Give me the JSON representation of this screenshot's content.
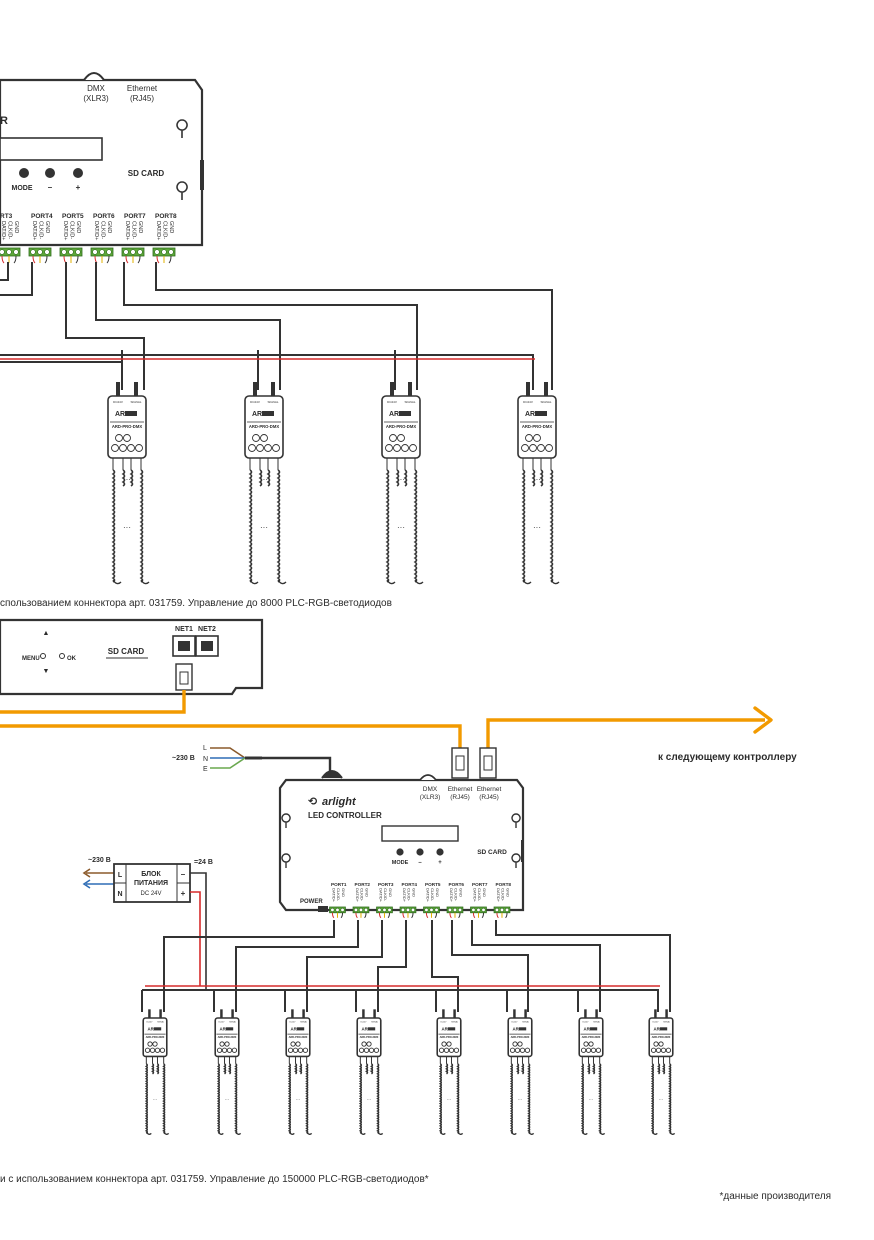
{
  "top_controller": {
    "dmx_label": "DMX",
    "dmx_sub": "(XLR3)",
    "eth_label": "Ethernet",
    "eth_sub": "(RJ45)",
    "model_fragment": "R",
    "sd_card": "SD CARD",
    "mode": "MODE",
    "minus": "–",
    "plus": "+",
    "ports": [
      {
        "name": "RT3",
        "pins": [
          "DAT/D+",
          "CLK/D-",
          "GND"
        ]
      },
      {
        "name": "PORT4",
        "pins": [
          "DAT/D+",
          "CLK/D-",
          "GND"
        ]
      },
      {
        "name": "PORT5",
        "pins": [
          "DAT/D+",
          "CLK/D-",
          "GND"
        ]
      },
      {
        "name": "PORT6",
        "pins": [
          "DAT/D+",
          "CLK/D-",
          "GND"
        ]
      },
      {
        "name": "PORT7",
        "pins": [
          "DAT/D+",
          "CLK/D-",
          "GND"
        ]
      },
      {
        "name": "PORT8",
        "pins": [
          "DAT/D+",
          "CLK/D-",
          "GND"
        ]
      }
    ]
  },
  "module": {
    "name": "ARD-PRO-DMX",
    "brand": "AR",
    "in_label": "DC24V",
    "sig_label": "SIGNAL"
  },
  "caption_top": "спользованием коннектора арт. 031759. Управление до 8000 PLC-RGB-светодиодов",
  "mid_controller": {
    "menu": "MENU",
    "ok": "OK",
    "sd_card": "SD CARD",
    "net1": "NET1",
    "net2": "NET2"
  },
  "next_controller": "к следующему контроллеру",
  "mains": {
    "voltage": "~230 В",
    "l": "L",
    "n": "N",
    "e": "E"
  },
  "psu": {
    "input": "~230 В",
    "l": "L",
    "n": "N",
    "title1": "БЛОК",
    "title2": "ПИТАНИЯ",
    "rating": "DC 24V",
    "output": "=24 В",
    "minus": "–",
    "plus": "+"
  },
  "bottom_controller": {
    "brand": "arlight",
    "title": "LED CONTROLLER",
    "dmx_label": "DMX",
    "dmx_sub": "(XLR3)",
    "eth_label": "Ethernet",
    "eth_sub": "(RJ45)",
    "sd_card": "SD CARD",
    "mode": "MODE",
    "minus": "–",
    "plus": "+",
    "power": "POWER",
    "ports": [
      {
        "name": "PORT1",
        "pins": [
          "DAT/D+",
          "CLK/D-",
          "GND"
        ]
      },
      {
        "name": "PORT2",
        "pins": [
          "DAT/D+",
          "CLK/D-",
          "GND"
        ]
      },
      {
        "name": "PORT3",
        "pins": [
          "DAT/D+",
          "CLK/D-",
          "GND"
        ]
      },
      {
        "name": "PORT4",
        "pins": [
          "DAT/D+",
          "CLK/D-",
          "GND"
        ]
      },
      {
        "name": "PORT5",
        "pins": [
          "DAT/D+",
          "CLK/D-",
          "GND"
        ]
      },
      {
        "name": "PORT6",
        "pins": [
          "DAT/D+",
          "CLK/D-",
          "GND"
        ]
      },
      {
        "name": "PORT7",
        "pins": [
          "DAT/D+",
          "CLK/D-",
          "GND"
        ]
      },
      {
        "name": "PORT8",
        "pins": [
          "DAT/D+",
          "CLK/D-",
          "GND"
        ]
      }
    ]
  },
  "caption_bottom": "и с использованием коннектора арт. 031759. Управление до 150000 PLC-RGB-светодиодов*",
  "footnote": "*данные производителя",
  "colors": {
    "wire": "#333333",
    "red": "#d62b2b",
    "arrow": "#f29a00",
    "brown": "#8b5a2b",
    "blue": "#2f6db5",
    "green": "#6aa84f",
    "terminal": "#5ea83a"
  }
}
